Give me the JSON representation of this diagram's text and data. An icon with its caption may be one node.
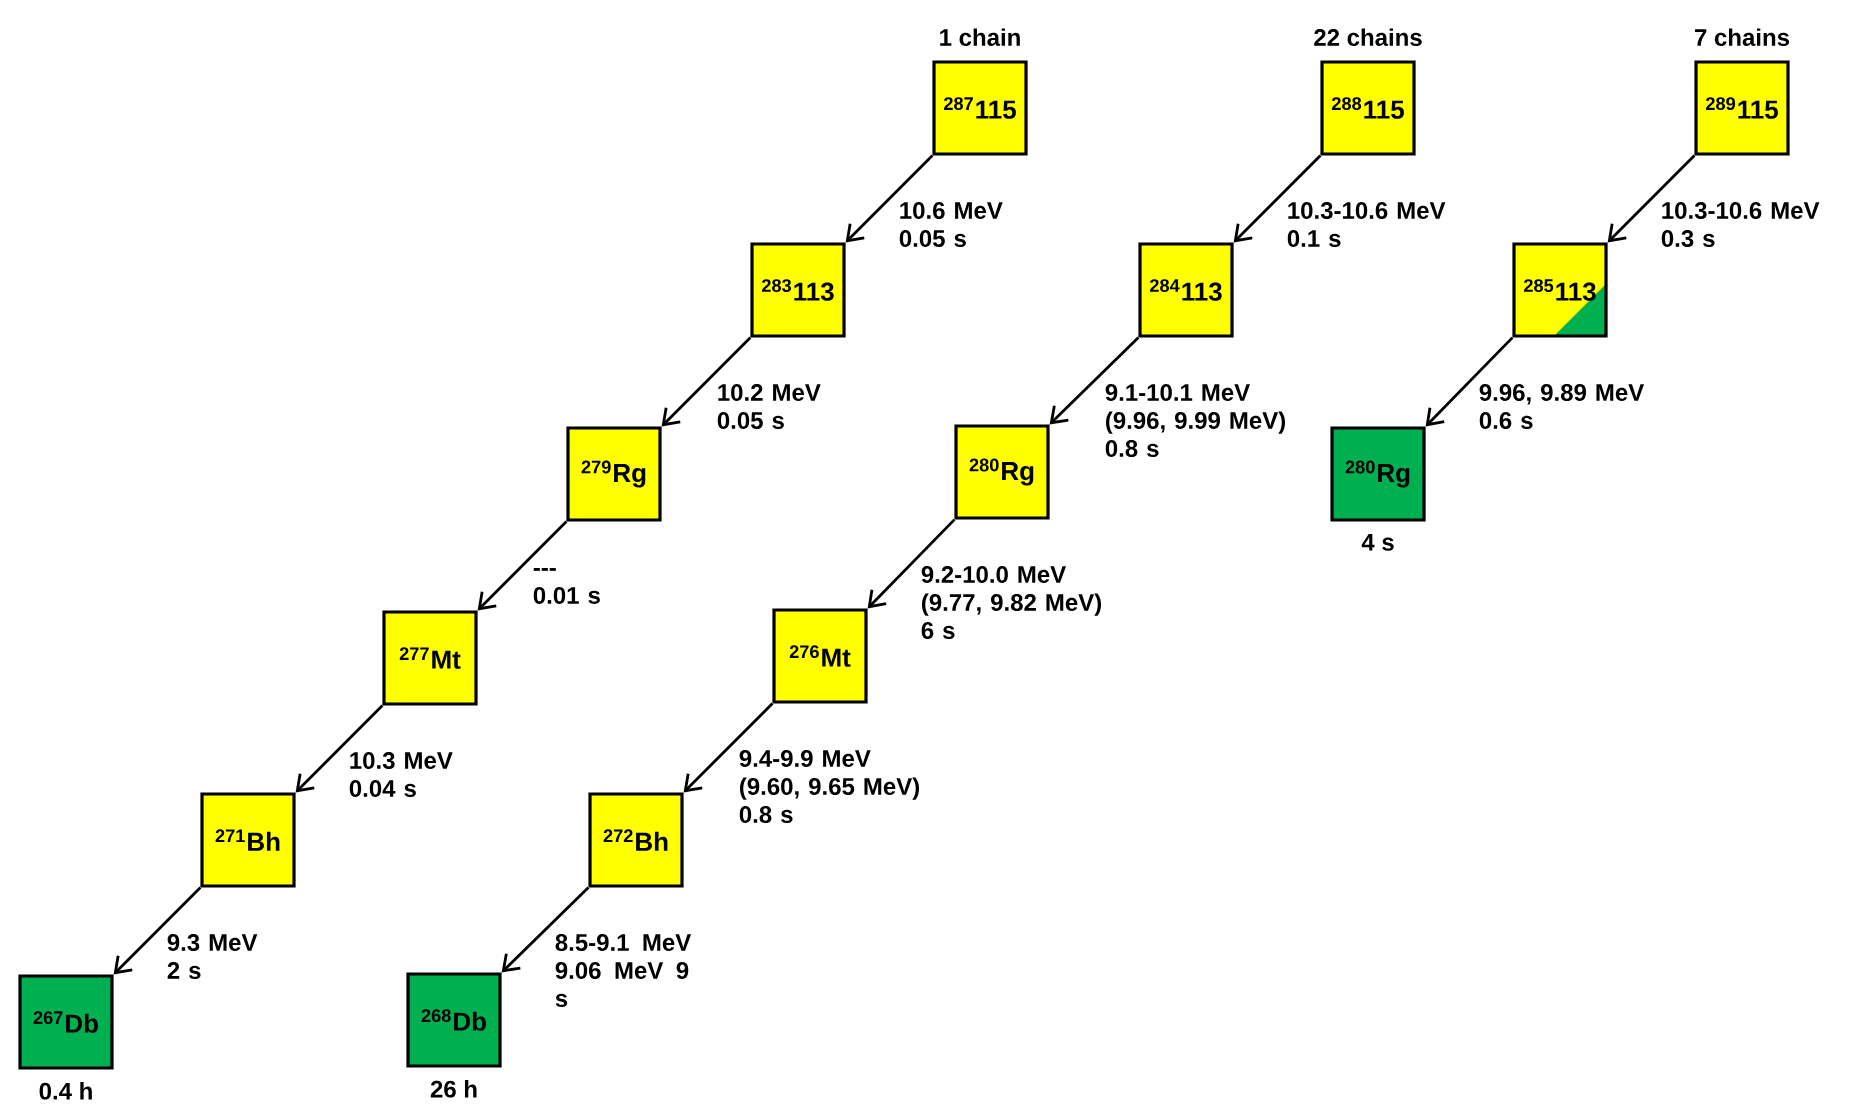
{
  "diagram": {
    "nodes": [
      {
        "text": [
          "1 chain",
          "$^{287}$115"
        ]
      },
      {
        "text": [
          "$^{283}$113"
        ]
      },
      {
        "text": [
          "$^{279}$Rg"
        ]
      },
      {
        "text": [
          "$^{277}$Mt"
        ]
      },
      {
        "text": [
          "$^{271}$Bh"
        ]
      },
      {
        "text": [
          "$^{267}$Db"
        ],
        "beside": [
          "0.4 h"
        ]
      },
      {
        "text": [
          "22 chains",
          "$^{288}$115"
        ]
      },
      {
        "text": [
          "$^{284}$113"
        ]
      },
      {
        "text": [
          "$^{280}$Rg"
        ]
      },
      {
        "text": [
          "$^{276}$Mt"
        ]
      },
      {
        "text": [
          "$^{272}$Bh"
        ]
      },
      {
        "text": [
          "$^{268}$Db"
        ],
        "beside": [
          "26 h"
        ]
      },
      {
        "text": [
          "7 chains",
          "$^{289}$115"
        ]
      },
      {
        "text": [
          "$^{285}$113"
        ]
      },
      {
        "text": [
          "$^{280}$Rg"
        ],
        "beside": [
          "4 s"
        ]
      }
    ],
    "edges": [
      {
        "from": 0,
        "to": 1,
        "arrow": "to",
        "label": "10.6 MeV 0.05 s"
      },
      {
        "from": 1,
        "to": 2,
        "arrow": "to",
        "label": "10.2 MeV 0.05 s"
      },
      {
        "from": 2,
        "to": 3,
        "arrow": "to",
        "label": "--- 0.01 s"
      },
      {
        "from": 3,
        "to": 4,
        "arrow": "to",
        "label": "10.3 MeV 0.04 s"
      },
      {
        "from": 4,
        "to": 5,
        "arrow": "to",
        "label": "9.3 MeV 2 s"
      },
      {
        "from": 6,
        "to": 7,
        "arrow": "to",
        "label": "10.3-10.6 MeV 0.1 s"
      },
      {
        "from": 7,
        "to": 8,
        "arrow": "to",
        "label": "9.1-10.1 MeV (9.96, 9.99 MeV) 0.8 s"
      },
      {
        "from": 8,
        "to": 9,
        "arrow": "to",
        "label": "9.2-10.0 MeV (9.77, 9.82 MeV) 6 s"
      },
      {
        "from": 9,
        "to": 10,
        "arrow": "to",
        "label": "9.4-9.9 MeV (9.60, 9.65 MeV) 0.8 s"
      },
      {
        "from": 10,
        "to": 11,
        "arrow": "to",
        "label": "8.5-9.1 MeV 9.06 MeV 9 s"
      },
      {
        "from": 12,
        "to": 13,
        "arrow": "to",
        "label": "10.3-10.6 MeV 0.3 s"
      },
      {
        "from": 13,
        "to": 14,
        "arrow": "to",
        "label": "9.96, 9.89 MeV 0.6 s"
      }
    ]
  }
}
